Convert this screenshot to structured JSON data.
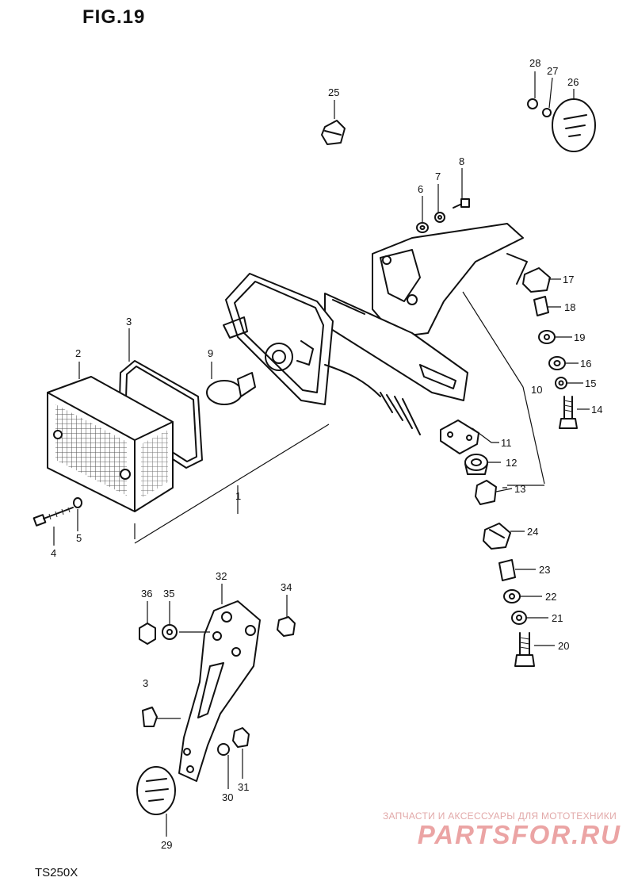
{
  "figure": {
    "title": "FIG.19",
    "model_code": "TS250X"
  },
  "watermark": {
    "tagline": "ЗАПЧАСТИ И АКСЕССУАРЫ ДЛЯ МОТОТЕХНИКИ",
    "logo_text": "PARTSFOR.RU",
    "color": "#eba4a4"
  },
  "callouts": [
    {
      "id": "1",
      "text": "1"
    },
    {
      "id": "2",
      "text": "2"
    },
    {
      "id": "3",
      "text": "3"
    },
    {
      "id": "3b",
      "text": "3"
    },
    {
      "id": "4",
      "text": "4"
    },
    {
      "id": "5",
      "text": "5"
    },
    {
      "id": "6",
      "text": "6"
    },
    {
      "id": "7",
      "text": "7"
    },
    {
      "id": "8",
      "text": "8"
    },
    {
      "id": "9",
      "text": "9"
    },
    {
      "id": "10",
      "text": "10"
    },
    {
      "id": "11",
      "text": "11"
    },
    {
      "id": "12",
      "text": "12"
    },
    {
      "id": "13",
      "text": "13"
    },
    {
      "id": "14",
      "text": "14"
    },
    {
      "id": "15",
      "text": "15"
    },
    {
      "id": "16",
      "text": "16"
    },
    {
      "id": "17",
      "text": "17"
    },
    {
      "id": "18",
      "text": "18"
    },
    {
      "id": "19",
      "text": "19"
    },
    {
      "id": "20",
      "text": "20"
    },
    {
      "id": "21",
      "text": "21"
    },
    {
      "id": "22",
      "text": "22"
    },
    {
      "id": "23",
      "text": "23"
    },
    {
      "id": "24",
      "text": "24"
    },
    {
      "id": "25",
      "text": "25"
    },
    {
      "id": "26",
      "text": "26"
    },
    {
      "id": "27",
      "text": "27"
    },
    {
      "id": "28",
      "text": "28"
    },
    {
      "id": "29",
      "text": "29"
    },
    {
      "id": "30",
      "text": "30"
    },
    {
      "id": "31",
      "text": "31"
    },
    {
      "id": "32",
      "text": "32"
    },
    {
      "id": "34",
      "text": "34"
    },
    {
      "id": "35",
      "text": "35"
    },
    {
      "id": "36",
      "text": "36"
    }
  ]
}
